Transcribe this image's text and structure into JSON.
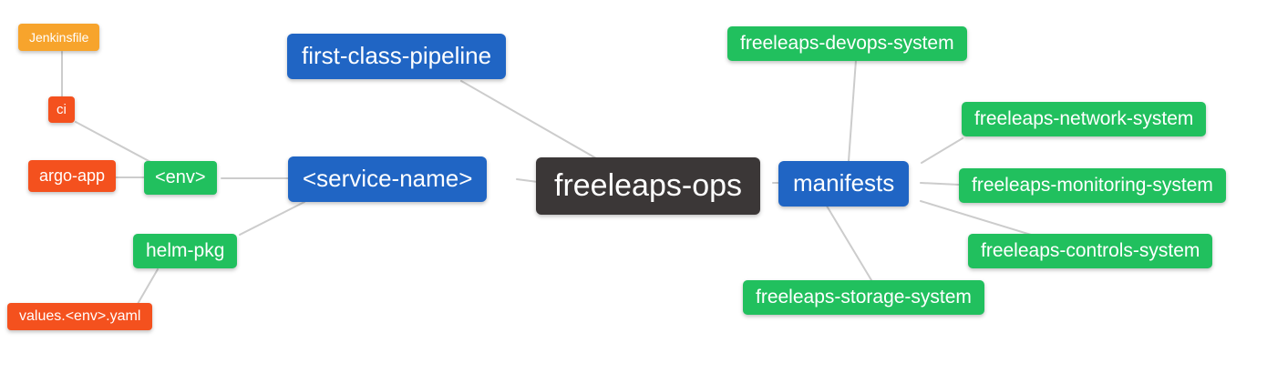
{
  "diagram": {
    "root": "freeleaps-ops",
    "nodes": {
      "freeleaps_ops": {
        "label": "freeleaps-ops",
        "color": "dark"
      },
      "first_class_pipeline": {
        "label": "first-class-pipeline",
        "color": "blue"
      },
      "service_name": {
        "label": "<service-name>",
        "color": "blue"
      },
      "manifests": {
        "label": "manifests",
        "color": "blue"
      },
      "env": {
        "label": "<env>",
        "color": "green"
      },
      "helm_pkg": {
        "label": "helm-pkg",
        "color": "green"
      },
      "jenkinsfile": {
        "label": "Jenkinsfile",
        "color": "orange"
      },
      "ci": {
        "label": "ci",
        "color": "red"
      },
      "argo_app": {
        "label": "argo-app",
        "color": "red"
      },
      "values_env_yaml": {
        "label": "values.<env>.yaml",
        "color": "red"
      },
      "devops_system": {
        "label": "freeleaps-devops-system",
        "color": "green"
      },
      "network_system": {
        "label": "freeleaps-network-system",
        "color": "green"
      },
      "monitoring_system": {
        "label": "freeleaps-monitoring-system",
        "color": "green"
      },
      "controls_system": {
        "label": "freeleaps-controls-system",
        "color": "green"
      },
      "storage_system": {
        "label": "freeleaps-storage-system",
        "color": "green"
      }
    },
    "edges": [
      [
        "jenkinsfile",
        "ci"
      ],
      [
        "ci",
        "env"
      ],
      [
        "argo_app",
        "env"
      ],
      [
        "env",
        "service_name"
      ],
      [
        "service_name",
        "helm_pkg"
      ],
      [
        "helm_pkg",
        "values_env_yaml"
      ],
      [
        "service_name",
        "freeleaps_ops"
      ],
      [
        "first_class_pipeline",
        "freeleaps_ops"
      ],
      [
        "freeleaps_ops",
        "manifests"
      ],
      [
        "manifests",
        "devops_system"
      ],
      [
        "manifests",
        "network_system"
      ],
      [
        "manifests",
        "monitoring_system"
      ],
      [
        "manifests",
        "controls_system"
      ],
      [
        "manifests",
        "storage_system"
      ]
    ]
  },
  "colors": {
    "dark": "#3B3737",
    "blue": "#2065C4",
    "green": "#21C05E",
    "red": "#F4511E",
    "orange": "#F7A42C",
    "edge": "#CCCCCC",
    "background": "#FFFFFF",
    "text": "#FFFFFF"
  }
}
